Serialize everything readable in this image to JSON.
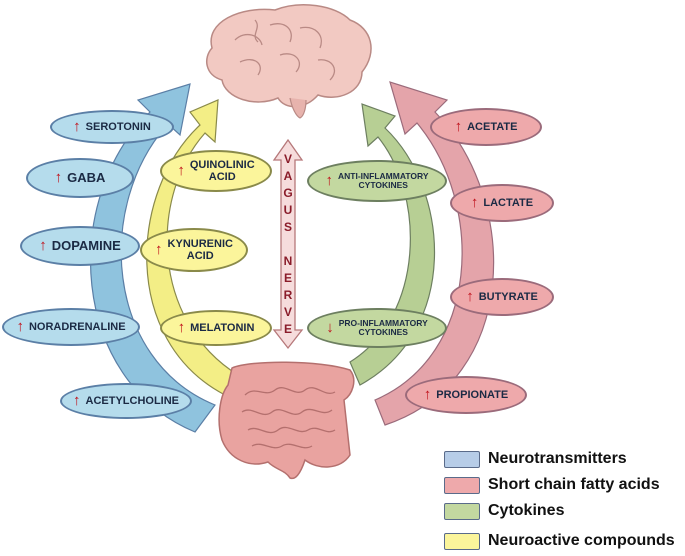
{
  "vagus_letters": [
    "V",
    "A",
    "G",
    "U",
    "S",
    "",
    "N",
    "E",
    "R",
    "V",
    "E"
  ],
  "up_arrow": "↑",
  "down_arrow": "↓",
  "neurotransmitters": [
    {
      "label": "SEROTONIN",
      "dir": "up"
    },
    {
      "label": "GABA",
      "dir": "up"
    },
    {
      "label": "DOPAMINE",
      "dir": "up"
    },
    {
      "label": "NORADRENALINE",
      "dir": "up"
    },
    {
      "label": "ACETYLCHOLINE",
      "dir": "up"
    }
  ],
  "neuroactive": [
    {
      "label": "QUINOLINIC\nACID",
      "dir": "up"
    },
    {
      "label": "KYNURENIC\nACID",
      "dir": "up"
    },
    {
      "label": "MELATONIN",
      "dir": "up"
    }
  ],
  "cytokines": [
    {
      "label": "ANTI-INFLAMMATORY\nCYTOKINES",
      "dir": "up"
    },
    {
      "label": "PRO-INFLAMMATORY\nCYTOKINES",
      "dir": "down"
    }
  ],
  "scfa": [
    {
      "label": "ACETATE",
      "dir": "up"
    },
    {
      "label": "LACTATE",
      "dir": "up"
    },
    {
      "label": "BUTYRATE",
      "dir": "up"
    },
    {
      "label": "PROPIONATE",
      "dir": "up"
    }
  ],
  "legend": [
    {
      "label": "Neurotransmitters",
      "color": "#b7cde8"
    },
    {
      "label": "Short chain fatty acids",
      "color": "#eea9ab"
    },
    {
      "label": "Cytokines",
      "color": "#c3d8a0"
    },
    {
      "label": "Neuroactive compounds",
      "color": "#fbf59b"
    }
  ],
  "colors": {
    "blue_arrow": "#8fc3de",
    "pink_arrow": "#e4a4aa",
    "yellow_arrow": "#f3ee86",
    "green_arrow": "#b7cf94",
    "brain": "#f2c9c2",
    "gut": "#e9a3a0",
    "vagus_arrow": "#f6dcdc"
  }
}
